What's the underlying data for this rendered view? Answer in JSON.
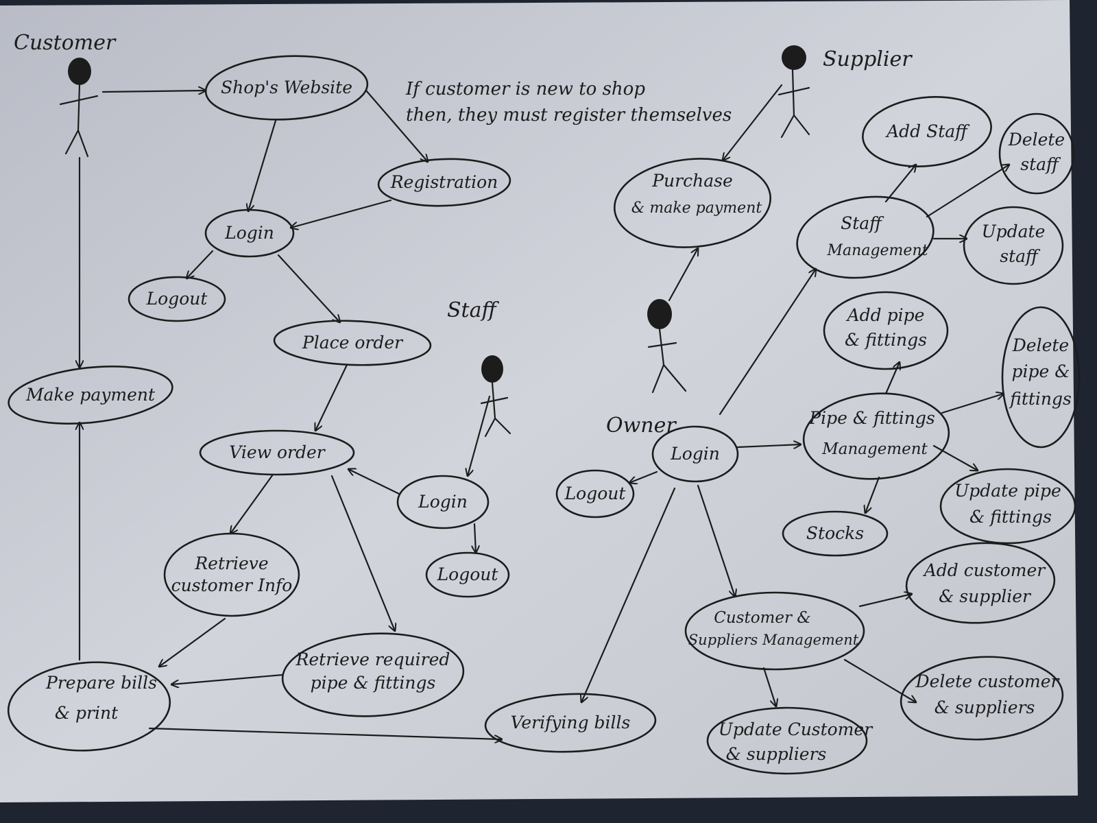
{
  "actors": {
    "customer": "Customer",
    "supplier": "Supplier",
    "staff": "Staff",
    "owner": "Owner"
  },
  "note": {
    "line1": "If customer is new to shop",
    "line2": "then, they must register themselves"
  },
  "use_cases": {
    "shops_website": "Shop's Website",
    "registration": "Registration",
    "customer_login": "Login",
    "customer_logout": "Logout",
    "place_order": "Place order",
    "view_order": "View order",
    "make_payment": "Make payment",
    "retrieve_info_1": "Retrieve",
    "retrieve_info_2": "customer Info",
    "retrieve_pipe_1": "Retrieve required",
    "retrieve_pipe_2": "pipe & fittings",
    "prepare_bills_1": "Prepare bills",
    "prepare_bills_2": "& print",
    "staff_login": "Login",
    "staff_logout": "Logout",
    "verifying_bills": "Verifying bills",
    "purchase_1": "Purchase",
    "purchase_2": "& make payment",
    "owner_login": "Login",
    "owner_logout": "Logout",
    "staff_mgmt_1": "Staff",
    "staff_mgmt_2": "Management",
    "add_staff": "Add Staff",
    "delete_staff_1": "Delete",
    "delete_staff_2": "staff",
    "update_staff_1": "Update",
    "update_staff_2": "staff",
    "add_pipe_1": "Add pipe",
    "add_pipe_2": "& fittings",
    "pipe_mgmt_1": "Pipe & fittings",
    "pipe_mgmt_2": "Management",
    "delete_pipe_1": "Delete",
    "delete_pipe_2": "pipe &",
    "delete_pipe_3": "fittings",
    "update_pipe_1": "Update pipe",
    "update_pipe_2": "& fittings",
    "stocks": "Stocks",
    "cust_supp_mgmt_1": "Customer &",
    "cust_supp_mgmt_2": "Suppliers Management",
    "add_cust_1": "Add customer",
    "add_cust_2": "& supplier",
    "delete_cust_1": "Delete customer",
    "delete_cust_2": "& suppliers",
    "update_cust_1": "Update Customer",
    "update_cust_2": "& suppliers"
  }
}
